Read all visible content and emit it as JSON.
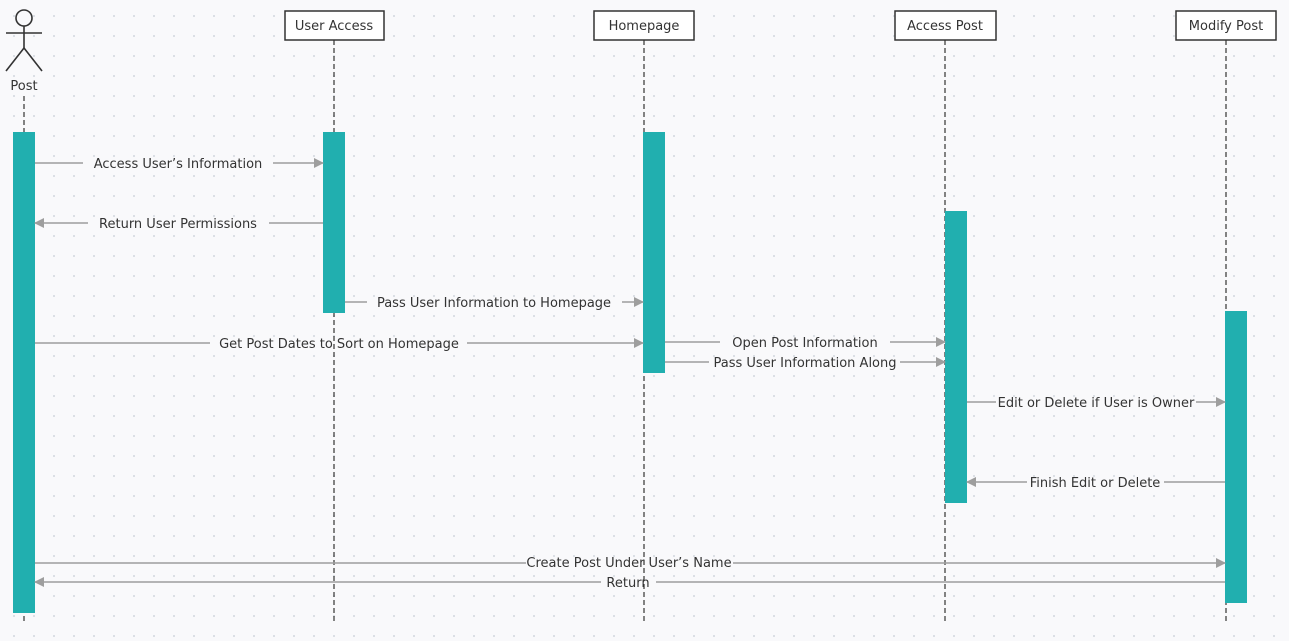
{
  "diagram": {
    "actor": {
      "label": "Post"
    },
    "participants": {
      "user_access": "User Access",
      "homepage": "Homepage",
      "access_post": "Access Post",
      "modify_post": "Modify Post"
    },
    "messages": {
      "m1": "Access User’s Information",
      "m2": "Return User Permissions",
      "m3": "Pass User Information to Homepage",
      "m4": "Get Post Dates to Sort on Homepage",
      "m5": "Open Post Information",
      "m6": "Pass User Information Along",
      "m7": "Edit or Delete if User is Owner",
      "m8": "Finish Edit or Delete",
      "m9": "Create Post Under User’s Name",
      "m10": "Return"
    },
    "colors": {
      "activation": "#21afaf",
      "line": "#9e9e9e",
      "box_border": "#333333",
      "text": "#333333"
    }
  }
}
